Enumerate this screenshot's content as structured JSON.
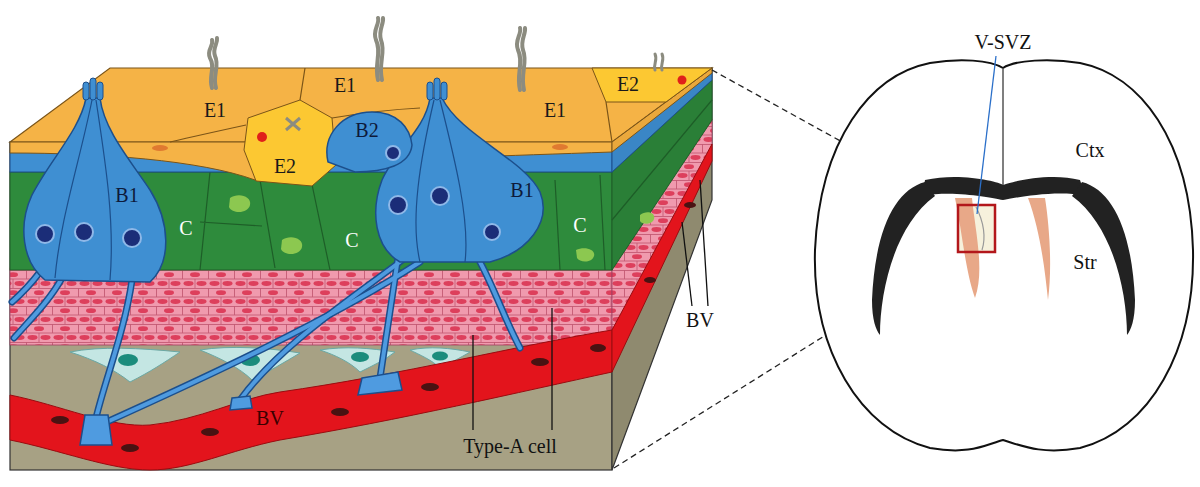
{
  "diagram": {
    "labels": [
      "V-SVZ",
      "E1",
      "E2",
      "E1",
      "E1",
      "B2",
      "Ctx",
      "E2",
      "B1",
      "B1",
      "C",
      "C",
      "C",
      "Str",
      "BV",
      "BV",
      "Type-A cell"
    ]
  }
}
